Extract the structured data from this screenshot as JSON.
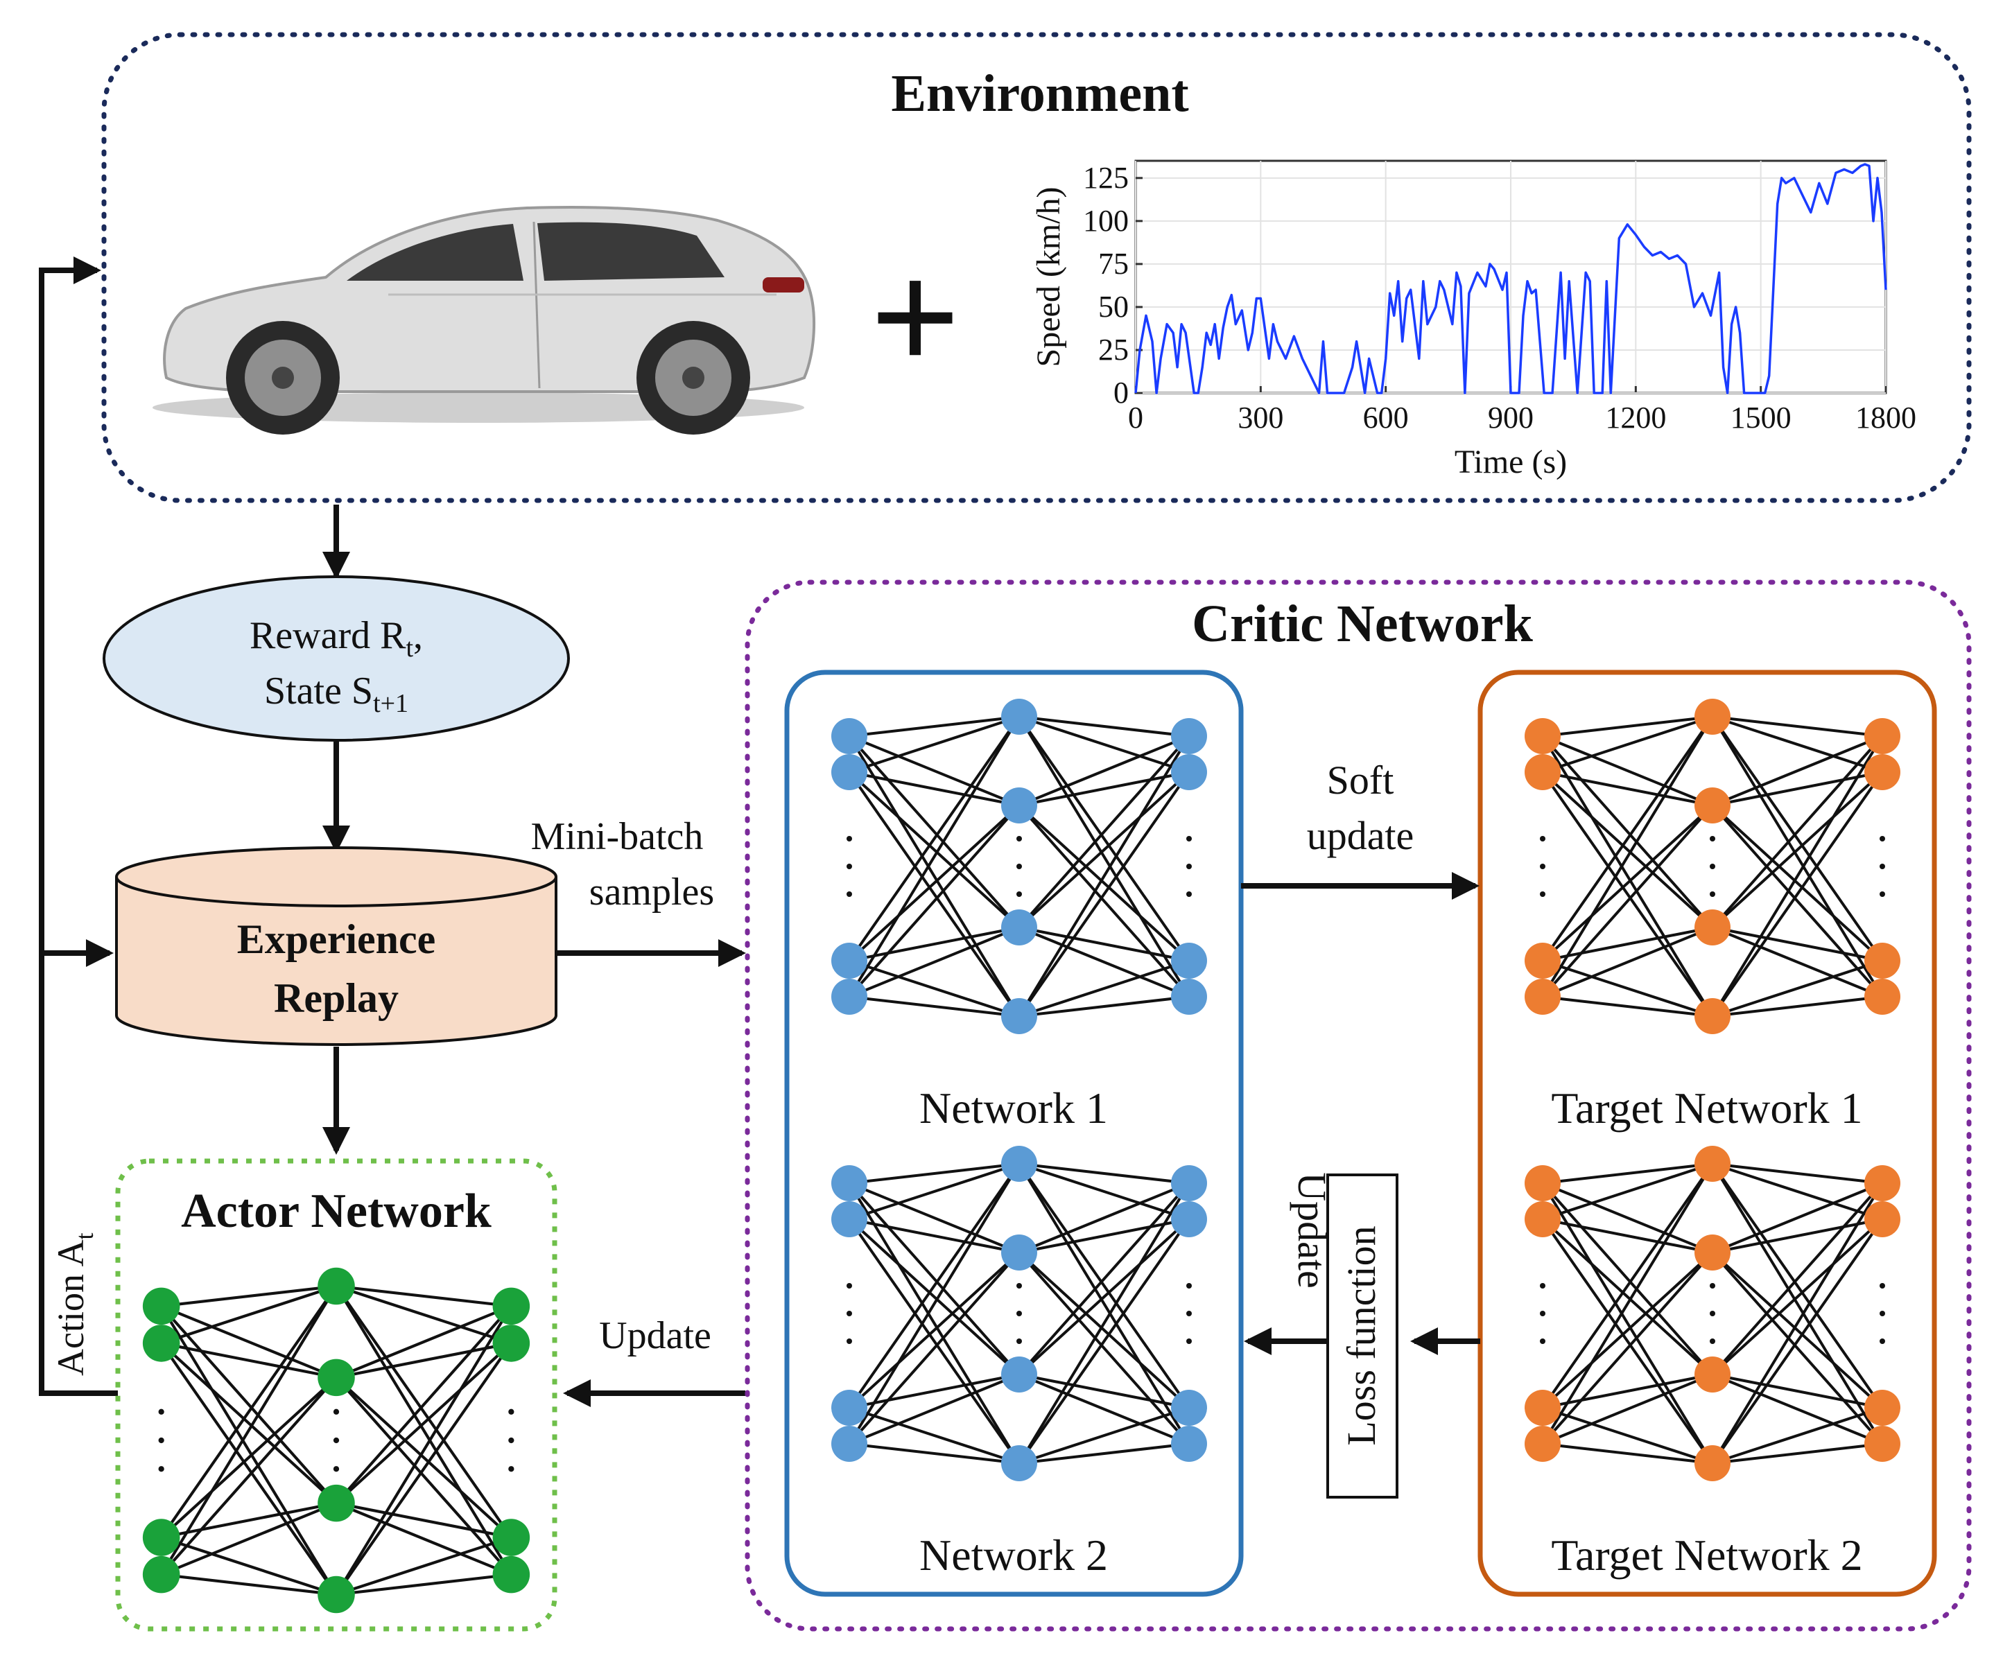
{
  "environment": {
    "title": "Environment",
    "plus": "+",
    "speed_chart": {
      "ylabel": "Speed (km/h)",
      "xlabel": "Time (s)",
      "x_ticks": [
        "0",
        "300",
        "600",
        "900",
        "1200",
        "1500",
        "1800"
      ],
      "y_ticks": [
        "0",
        "25",
        "50",
        "75",
        "100",
        "125"
      ]
    }
  },
  "reward_state": {
    "line1": "Reward R",
    "line1_sub": "t",
    "line1_end": ",",
    "line2": "State S",
    "line2_sub": "t+1"
  },
  "experience_replay": {
    "line1": "Experience",
    "line2": "Replay"
  },
  "mini_batch": {
    "line1": "Mini-batch",
    "line2": "samples"
  },
  "action": {
    "label": "Action A",
    "sub": "t"
  },
  "actor": {
    "title": "Actor Network"
  },
  "update_actor": "Update",
  "critic": {
    "title": "Critic Network",
    "network1": "Network 1",
    "network2": "Network 2",
    "target1": "Target Network 1",
    "target2": "Target Network 2",
    "soft_update": {
      "line1": "Soft",
      "line2": "update"
    },
    "update_vertical": "Update",
    "loss_function": "Loss function"
  },
  "colors": {
    "env_border": "#1a2a5a",
    "critic_border": "#7a2a9a",
    "actor_border": "#6fbf4a",
    "blue_node": "#5b9bd5",
    "orange_node": "#ed7d31",
    "green_node": "#1aa23a",
    "network_box": "#2e75b6",
    "target_box": "#c55a11",
    "reward_fill": "#dbe8f4",
    "replay_fill": "#f8dcc8",
    "speed_line": "#1a3cff"
  },
  "chart_data": {
    "type": "line",
    "xlabel": "Time (s)",
    "ylabel": "Speed (km/h)",
    "xlim": [
      0,
      1800
    ],
    "ylim": [
      0,
      135
    ],
    "x": [
      0,
      10,
      25,
      40,
      50,
      60,
      75,
      90,
      100,
      110,
      120,
      140,
      150,
      160,
      170,
      180,
      190,
      200,
      210,
      220,
      230,
      240,
      255,
      270,
      280,
      290,
      300,
      320,
      330,
      340,
      350,
      360,
      380,
      400,
      420,
      430,
      440,
      450,
      460,
      500,
      520,
      530,
      540,
      550,
      560,
      580,
      590,
      600,
      610,
      620,
      630,
      640,
      650,
      660,
      680,
      690,
      700,
      720,
      730,
      740,
      760,
      770,
      780,
      790,
      800,
      820,
      840,
      850,
      860,
      880,
      890,
      900,
      920,
      930,
      940,
      950,
      960,
      980,
      990,
      1000,
      1020,
      1030,
      1040,
      1060,
      1080,
      1090,
      1100,
      1120,
      1130,
      1140,
      1160,
      1180,
      1190,
      1200,
      1220,
      1240,
      1260,
      1280,
      1300,
      1320,
      1340,
      1360,
      1380,
      1400,
      1410,
      1420,
      1430,
      1440,
      1450,
      1460,
      1470,
      1480,
      1500,
      1510,
      1520,
      1530,
      1540,
      1550,
      1560,
      1580,
      1600,
      1620,
      1640,
      1660,
      1680,
      1700,
      1720,
      1740,
      1750,
      1760,
      1770,
      1780,
      1790,
      1800
    ],
    "series": [
      {
        "values": [
          0,
          25,
          45,
          30,
          0,
          20,
          40,
          35,
          15,
          40,
          35,
          0,
          0,
          15,
          35,
          28,
          40,
          20,
          38,
          50,
          57,
          40,
          48,
          25,
          35,
          55,
          55,
          20,
          40,
          30,
          25,
          20,
          33,
          20,
          10,
          5,
          0,
          30,
          0,
          0,
          15,
          30,
          15,
          0,
          20,
          0,
          0,
          20,
          58,
          45,
          65,
          30,
          55,
          60,
          20,
          65,
          40,
          50,
          65,
          60,
          40,
          70,
          62,
          0,
          58,
          70,
          62,
          75,
          72,
          60,
          70,
          0,
          0,
          45,
          65,
          58,
          60,
          0,
          0,
          0,
          70,
          20,
          65,
          0,
          70,
          65,
          0,
          0,
          65,
          0,
          90,
          98,
          95,
          92,
          85,
          80,
          82,
          78,
          80,
          75,
          50,
          58,
          45,
          70,
          15,
          0,
          40,
          50,
          35,
          0,
          0,
          0,
          0,
          0,
          10,
          60,
          110,
          125,
          122,
          125,
          115,
          105,
          122,
          110,
          128,
          130,
          128,
          132,
          133,
          132,
          100,
          125,
          105,
          60,
          20,
          0
        ]
      }
    ]
  }
}
